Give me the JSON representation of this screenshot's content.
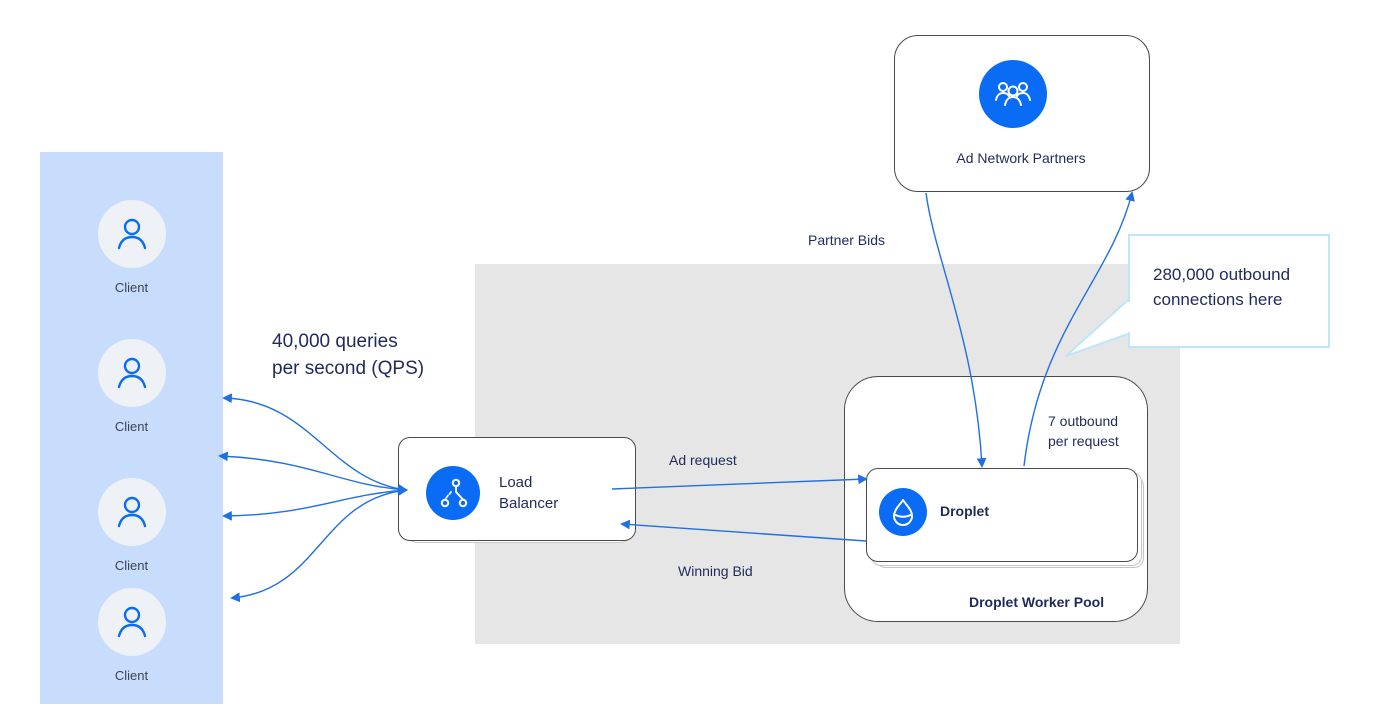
{
  "clients": [
    {
      "label": "Client"
    },
    {
      "label": "Client"
    },
    {
      "label": "Client"
    },
    {
      "label": "Client"
    }
  ],
  "load_balancer": {
    "line1": "Load",
    "line2": "Balancer"
  },
  "droplet": {
    "label": "Droplet"
  },
  "pool": {
    "label": "Droplet Worker Pool"
  },
  "partners": {
    "label": "Ad Network Partners"
  },
  "edges": {
    "ad_request": "Ad request",
    "winning_bid": "Winning Bid",
    "partner_bids": "Partner Bids",
    "outbound_line1": "7 outbound",
    "outbound_line2": "per request"
  },
  "qps": {
    "line1": "40,000 queries",
    "line2": "per second (QPS)"
  },
  "callout": {
    "line1": "280,000 outbound",
    "line2": "connections here"
  },
  "colors": {
    "accent": "#0a6cf5",
    "edge": "#1f6fe5",
    "client_panel": "#c8dcfb",
    "shade": "#e6e6e6",
    "callout_border": "#bfe6f6",
    "text": "#1f2a5a"
  }
}
